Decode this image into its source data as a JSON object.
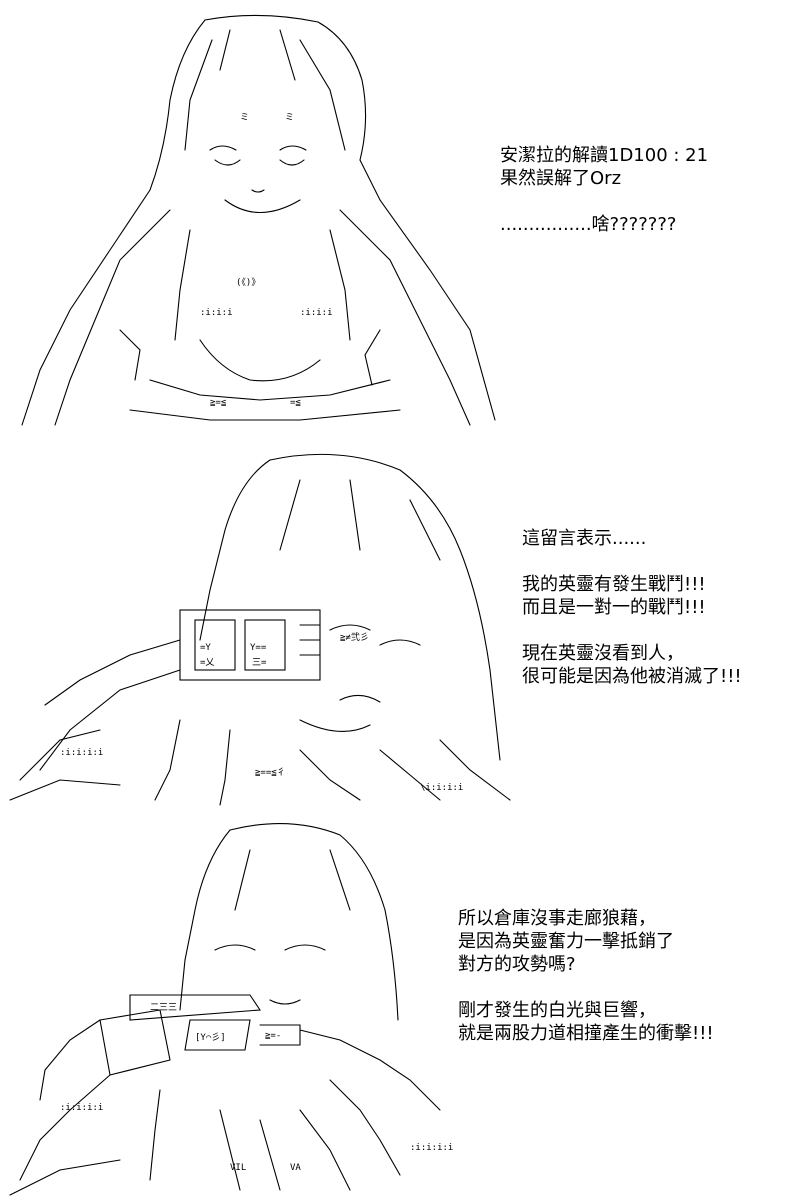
{
  "panels": [
    {
      "id": "panel-1",
      "dialogue": [
        "安潔拉的解讀1D100 : 21",
        "果然誤解了Orz",
        "",
        "................啥???????"
      ]
    },
    {
      "id": "panel-2",
      "dialogue": [
        "這留言表示......",
        "",
        "我的英靈有發生戰鬥!!!",
        "而且是一對一的戰鬥!!!",
        "",
        "現在英靈沒看到人，",
        "很可能是因為他被消滅了!!!"
      ]
    },
    {
      "id": "panel-3",
      "dialogue": [
        "所以倉庫沒事走廊狼藉，",
        "是因為英靈奮力一擊抵銷了",
        "對方的攻勢嗎?",
        "",
        "剛才發生的白光與巨響，",
        "就是兩股力道相撞產生的衝擊!!!"
      ]
    }
  ]
}
